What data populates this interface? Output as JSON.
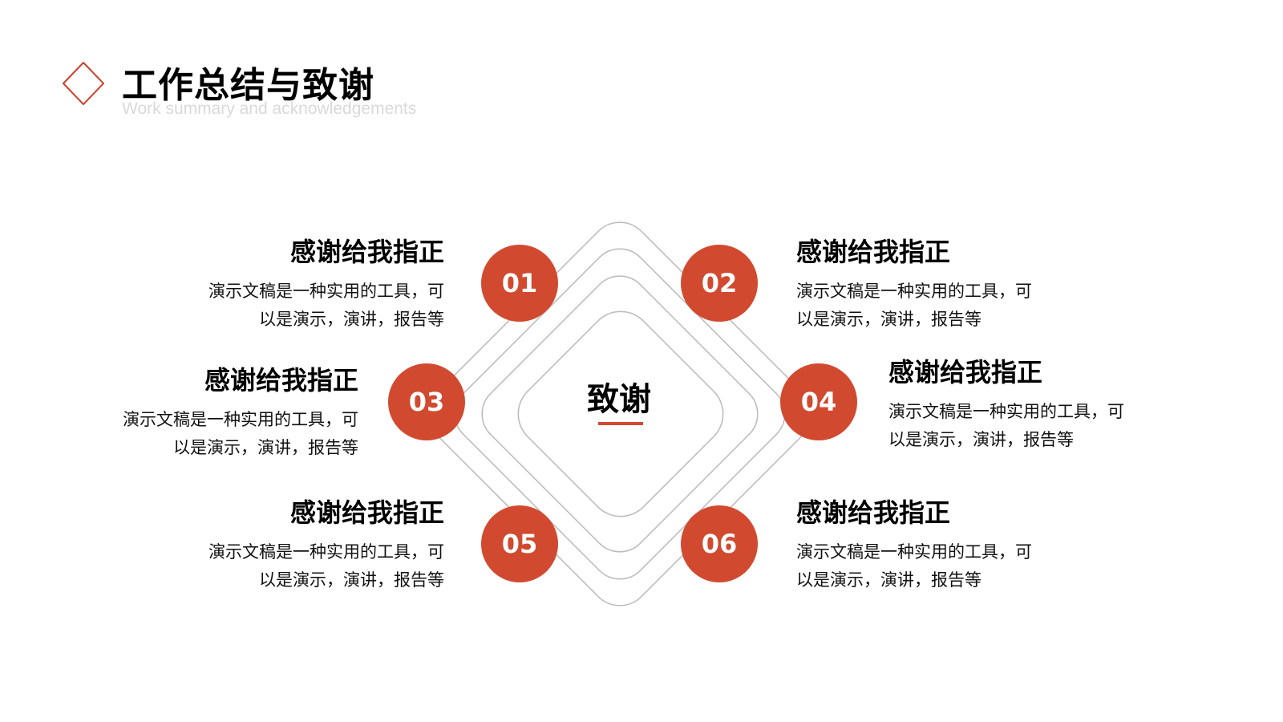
{
  "header": {
    "title": "工作总结与致谢",
    "subtitle": "Work summary and acknowledgements",
    "icon": "diamond-outline-icon"
  },
  "center": {
    "label": "致谢"
  },
  "colors": {
    "accent": "#d14a30",
    "line": "#bdbdbd",
    "text": "#111111",
    "subtitle": "#d9d9d9"
  },
  "items": [
    {
      "number": "01",
      "title": "感谢给我指正",
      "desc_line1": "演示文稿是一种实用的工具，可",
      "desc_line2": "以是演示，演讲，报告等"
    },
    {
      "number": "02",
      "title": "感谢给我指正",
      "desc_line1": "演示文稿是一种实用的工具，可",
      "desc_line2": "以是演示，演讲，报告等"
    },
    {
      "number": "03",
      "title": "感谢给我指正",
      "desc_line1": "演示文稿是一种实用的工具，可",
      "desc_line2": "以是演示，演讲，报告等"
    },
    {
      "number": "04",
      "title": "感谢给我指正",
      "desc_line1": "演示文稿是一种实用的工具，可",
      "desc_line2": "以是演示，演讲，报告等"
    },
    {
      "number": "05",
      "title": "感谢给我指正",
      "desc_line1": "演示文稿是一种实用的工具，可",
      "desc_line2": "以是演示，演讲，报告等"
    },
    {
      "number": "06",
      "title": "感谢给我指正",
      "desc_line1": "演示文稿是一种实用的工具，可",
      "desc_line2": "以是演示，演讲，报告等"
    }
  ]
}
